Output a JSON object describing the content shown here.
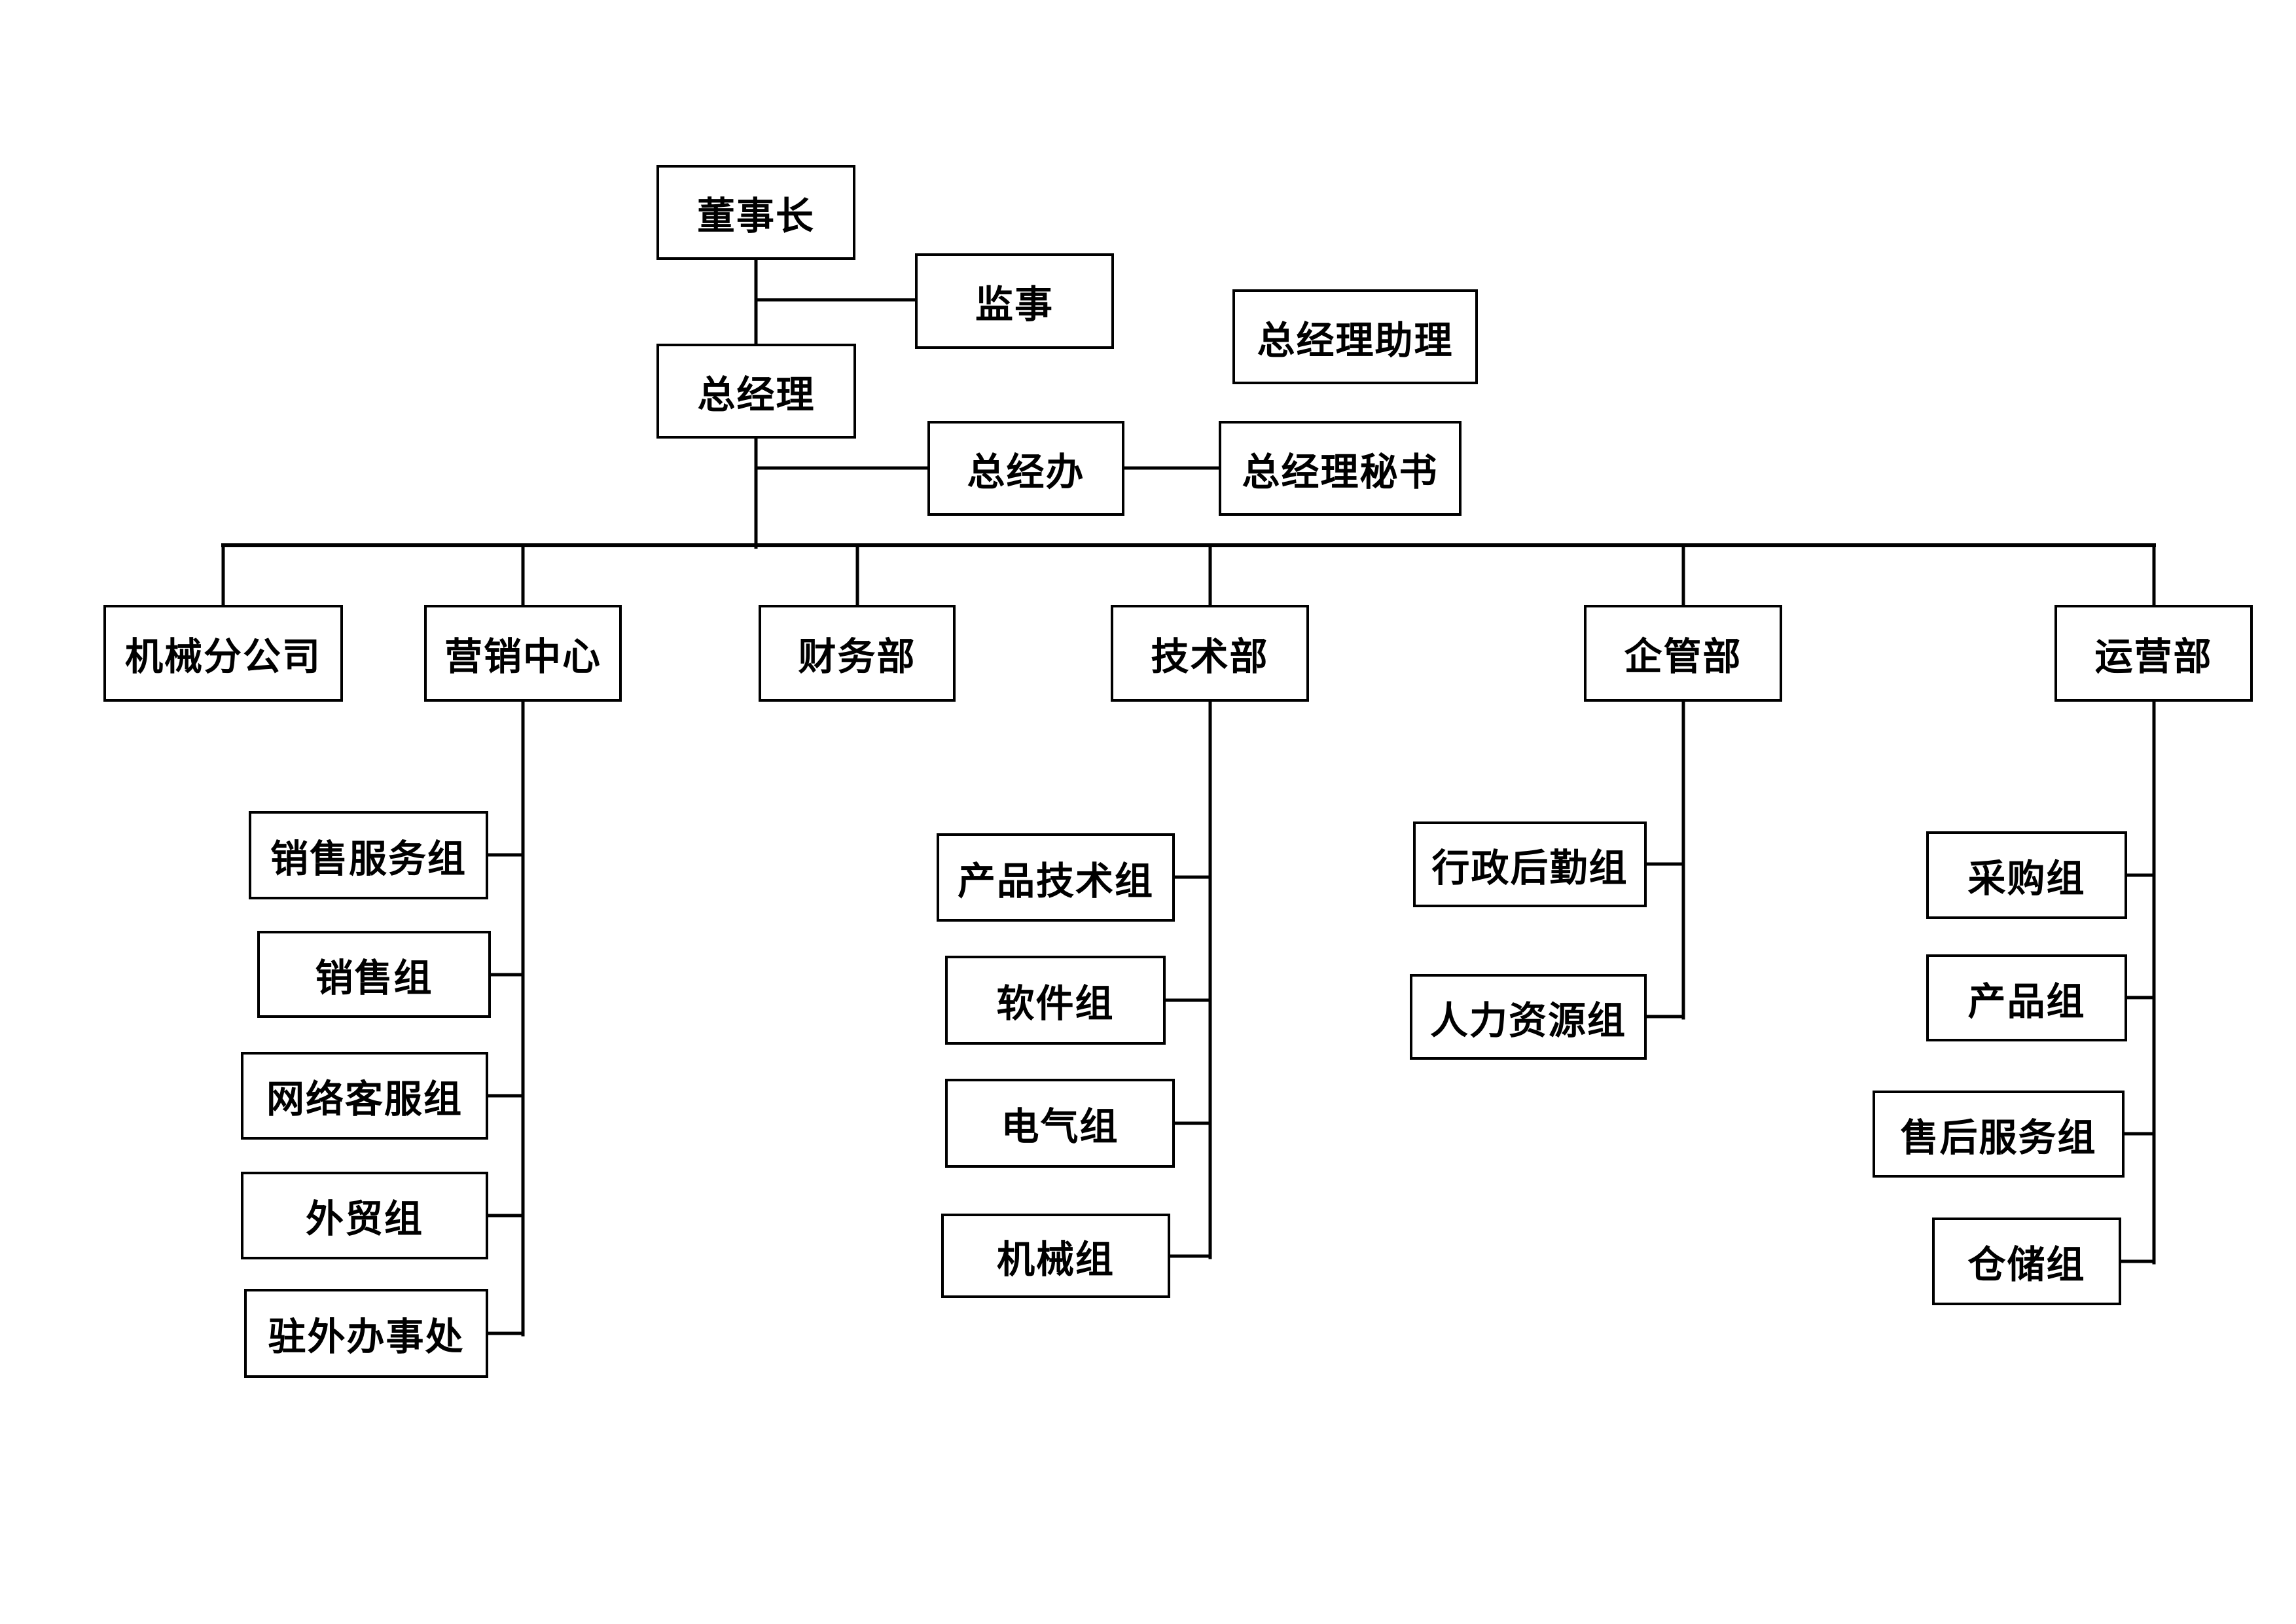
{
  "org": {
    "top": {
      "chairman": "董事长",
      "supervisor": "监事",
      "gm_assistant": "总经理助理",
      "gm": "总经理",
      "gm_office": "总经办",
      "gm_secretary": "总经理秘书"
    },
    "departments": [
      {
        "label": "机械分公司",
        "children": []
      },
      {
        "label": "营销中心",
        "children": [
          "销售服务组",
          "销售组",
          "网络客服组",
          "外贸组",
          "驻外办事处"
        ]
      },
      {
        "label": "财务部",
        "children": []
      },
      {
        "label": "技术部",
        "children": [
          "产品技术组",
          "软件组",
          "电气组",
          "机械组"
        ]
      },
      {
        "label": "企管部",
        "children": [
          "行政后勤组",
          "人力资源组"
        ]
      },
      {
        "label": "运营部",
        "children": [
          "采购组",
          "产品组",
          "售后服务组",
          "仓储组"
        ]
      }
    ],
    "colors": {
      "line": "#000000",
      "box_background": "#ffffff",
      "text": "#000000"
    }
  }
}
